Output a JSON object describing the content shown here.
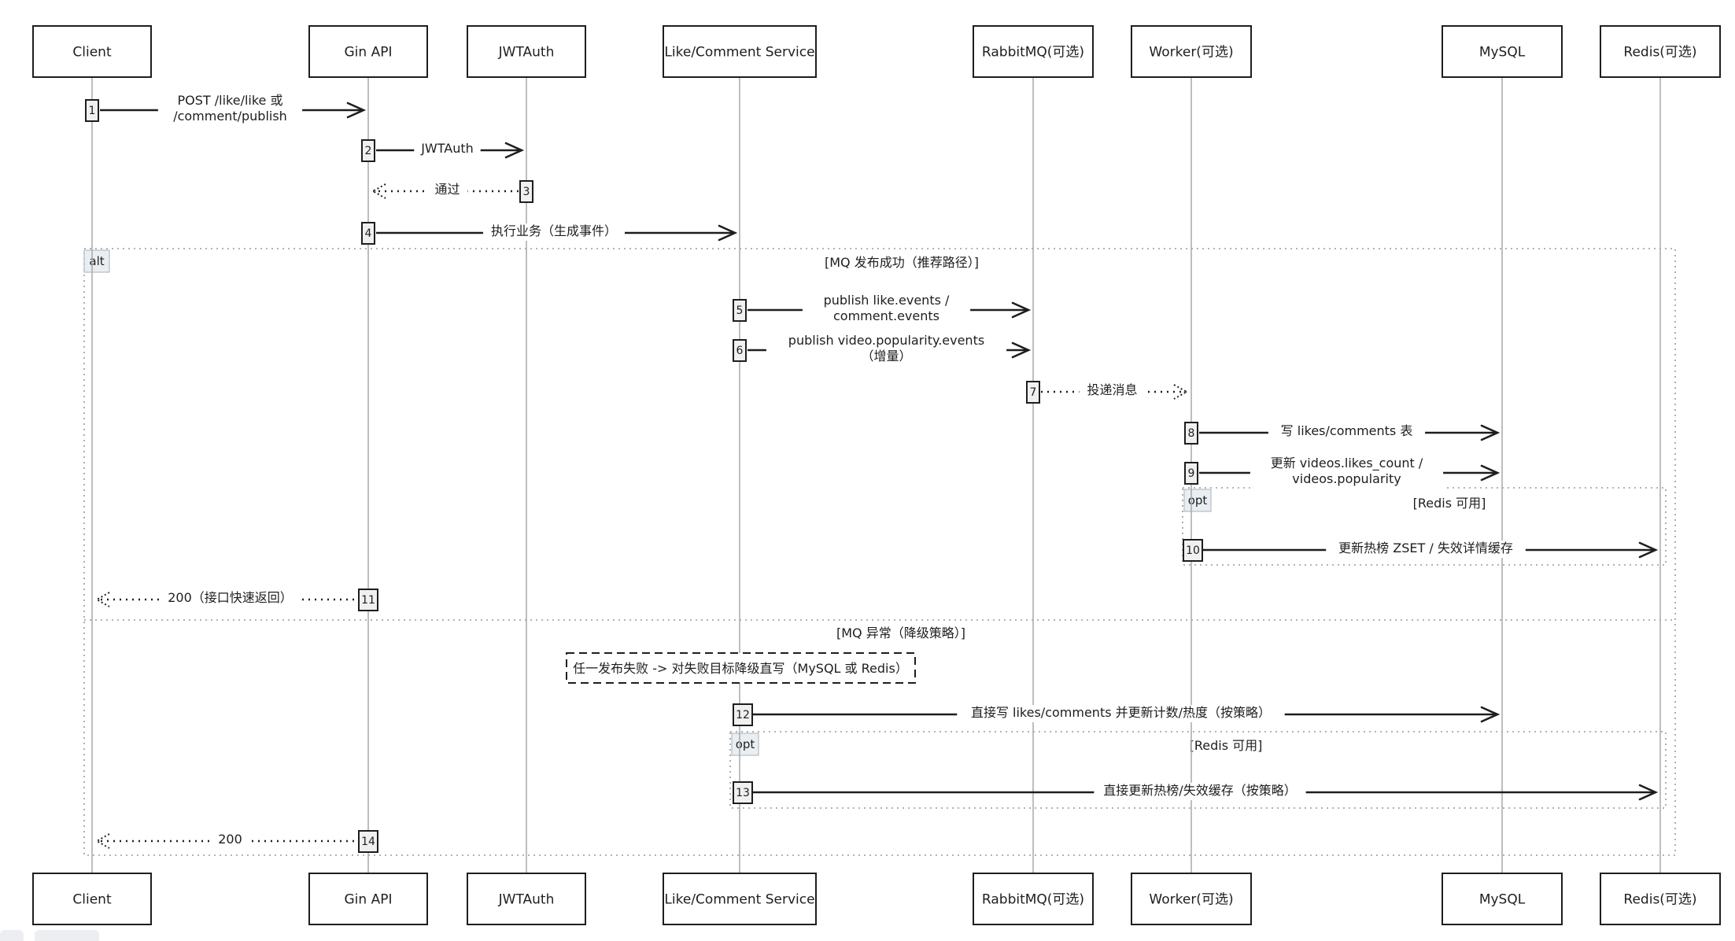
{
  "participants": [
    {
      "id": "client",
      "label": "Client"
    },
    {
      "id": "gin",
      "label": "Gin API"
    },
    {
      "id": "jwt",
      "label": "JWTAuth"
    },
    {
      "id": "svc",
      "label": "Like/Comment Service"
    },
    {
      "id": "mq",
      "label": "RabbitMQ(可选)"
    },
    {
      "id": "worker",
      "label": "Worker(可选)"
    },
    {
      "id": "mysql",
      "label": "MySQL"
    },
    {
      "id": "redis",
      "label": "Redis(可选)"
    }
  ],
  "messages": [
    {
      "n": "1",
      "from": "client",
      "to": "gin",
      "style": "solid",
      "lines": [
        "POST /like/like 或",
        "/comment/publish"
      ]
    },
    {
      "n": "2",
      "from": "gin",
      "to": "jwt",
      "style": "solid",
      "lines": [
        "JWTAuth"
      ]
    },
    {
      "n": "3",
      "from": "jwt",
      "to": "gin",
      "style": "dashed",
      "lines": [
        "通过"
      ]
    },
    {
      "n": "4",
      "from": "gin",
      "to": "svc",
      "style": "solid",
      "lines": [
        "执行业务（生成事件）"
      ]
    },
    {
      "n": "5",
      "from": "svc",
      "to": "mq",
      "style": "solid",
      "lines": [
        "publish like.events /",
        "comment.events"
      ]
    },
    {
      "n": "6",
      "from": "svc",
      "to": "mq",
      "style": "solid",
      "lines": [
        "publish video.popularity.events",
        "（增量）"
      ]
    },
    {
      "n": "7",
      "from": "mq",
      "to": "worker",
      "style": "dashed",
      "lines": [
        "投递消息"
      ]
    },
    {
      "n": "8",
      "from": "worker",
      "to": "mysql",
      "style": "solid",
      "lines": [
        "写 likes/comments 表"
      ]
    },
    {
      "n": "9",
      "from": "worker",
      "to": "mysql",
      "style": "solid",
      "lines": [
        "更新 videos.likes_count /",
        "videos.popularity"
      ]
    },
    {
      "n": "10",
      "from": "worker",
      "to": "redis",
      "style": "solid",
      "lines": [
        "更新热榜 ZSET / 失效详情缓存"
      ]
    },
    {
      "n": "11",
      "from": "gin",
      "to": "client",
      "style": "dashed",
      "lines": [
        "200（接口快速返回）"
      ]
    },
    {
      "n": "12",
      "from": "svc",
      "to": "mysql",
      "style": "solid",
      "lines": [
        "直接写 likes/comments 并更新计数/热度（按策略）"
      ]
    },
    {
      "n": "13",
      "from": "svc",
      "to": "redis",
      "style": "solid",
      "lines": [
        "直接更新热榜/失效缓存（按策略）"
      ]
    },
    {
      "n": "14",
      "from": "gin",
      "to": "client",
      "style": "dashed",
      "lines": [
        "200"
      ]
    }
  ],
  "frames": {
    "alt": {
      "tag": "alt",
      "condition1": "[MQ 发布成功（推荐路径）]",
      "condition2": "[MQ 异常（降级策略）]"
    },
    "opt1": {
      "tag": "opt",
      "condition": "[Redis 可用]"
    },
    "opt2": {
      "tag": "opt",
      "condition": "[Redis 可用]"
    }
  },
  "note": "任一发布失败 -> 对失败目标降级直写（MySQL 或 Redis）"
}
